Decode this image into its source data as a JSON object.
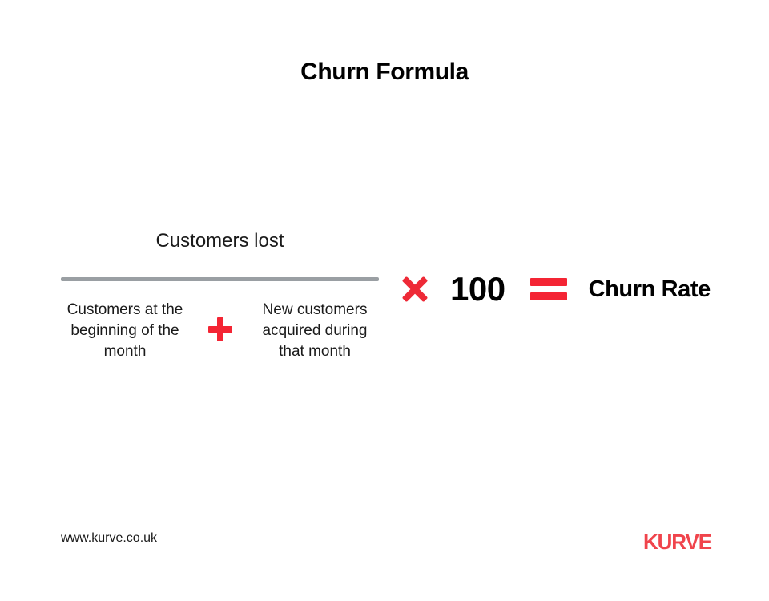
{
  "page": {
    "title": "Churn Formula",
    "background_color": "#ffffff"
  },
  "colors": {
    "accent_red": "#f42534",
    "times_red": "#ee2a37",
    "logo_red": "#f0444c",
    "fraction_bar_gray": "#9a9fa3",
    "text_black": "#111111"
  },
  "formula": {
    "numerator": "Customers lost",
    "denominator": {
      "left": "Customers at the beginning of the month",
      "operator": "plus-icon",
      "right": "New customers acquired during that month"
    },
    "operators": {
      "multiply": "multiply-icon",
      "equals": "equals-icon"
    },
    "multiplier": "100",
    "result_label": "Churn Rate"
  },
  "footer": {
    "url": "www.kurve.co.uk",
    "logo": "KURVE"
  }
}
